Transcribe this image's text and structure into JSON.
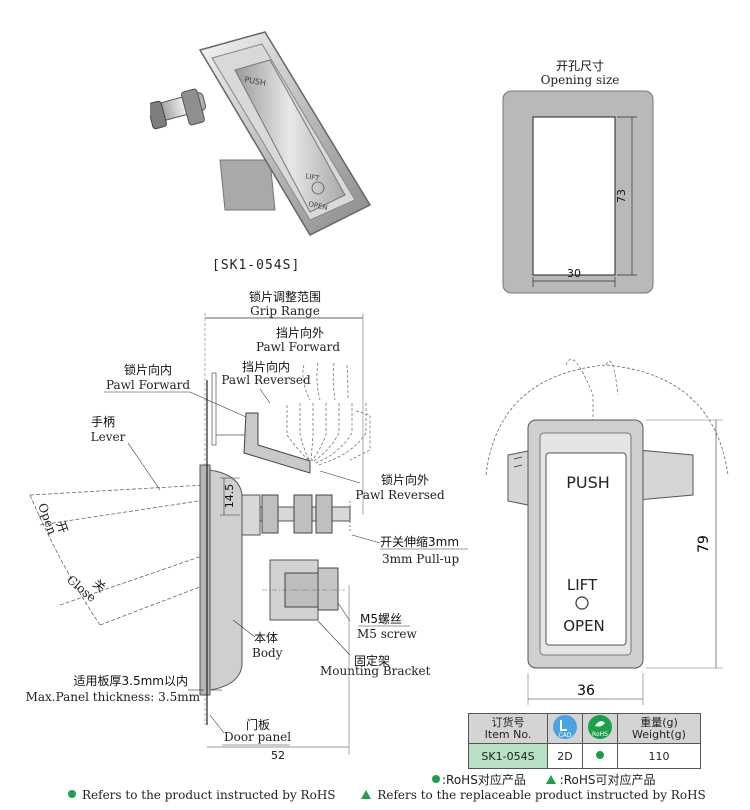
{
  "model_caption": "[SK1-054S]",
  "photo": {
    "push_text": "PUSH",
    "lift_text": "LIFT",
    "open_text": "OPEN"
  },
  "opening_size": {
    "title_cn": "开孔尺寸",
    "title_en": "Opening size",
    "height": "73",
    "width": "30"
  },
  "side_view": {
    "grip_range_cn": "锁片调整范围",
    "grip_range_en": "Grip Range",
    "pawl_forward_top_cn": "挡片向外",
    "pawl_forward_top_en": "Pawl Forward",
    "pawl_reversed_top_cn": "挡片向内",
    "pawl_reversed_top_en": "Pawl Reversed",
    "pawl_forward_left_cn": "锁片向内",
    "pawl_forward_left_en": "Pawl Forward",
    "lever_cn": "手柄",
    "lever_en": "Lever",
    "open_cn": "开",
    "open_en": "Open",
    "close_cn": "关",
    "close_en": "Close",
    "dim_14_5": "14.5",
    "pawl_reversed_right_cn": "锁片向外",
    "pawl_reversed_right_en": "Pawl Reversed",
    "pullup_cn": "开关伸缩3mm",
    "pullup_en": "3mm Pull-up",
    "m5_cn": "M5螺丝",
    "m5_en": "M5 screw",
    "body_cn": "本体",
    "body_en": "Body",
    "bracket_cn": "固定架",
    "bracket_en": "Mounting Bracket",
    "panel_cn": "适用板厚3.5mm以内",
    "panel_en": "Max.Panel thickness: 3.5mm",
    "door_cn": "门板",
    "door_en": "Door panel",
    "dim_52": "52"
  },
  "front_view": {
    "push_text": "PUSH",
    "lift_text": "LIFT",
    "open_text": "OPEN",
    "height": "79",
    "width": "36"
  },
  "spec_table": {
    "item_cn": "订货号",
    "item_en": "Item No.",
    "cad_label": "CAD",
    "rohs_label": "RoHS",
    "weight_cn": "重量(g)",
    "weight_en": "Weight(g)",
    "item_no": "SK1-054S",
    "cad_value": "2D",
    "weight_value": "110"
  },
  "legend": {
    "cn_rohs": ":RoHS对应产品",
    "cn_replaceable": ":RoHS可对应产品",
    "en_rohs": "Refers to the product instructed by RoHS",
    "en_replaceable": "Refers to the replaceable product instructed by RoHS"
  },
  "colors": {
    "rohs_green": "#1aa14a",
    "cad_blue": "#4aa3df",
    "table_header": "#d4d4d4",
    "model_cell": "#b8e0c4",
    "panel_gray": "#b9b9b9"
  }
}
